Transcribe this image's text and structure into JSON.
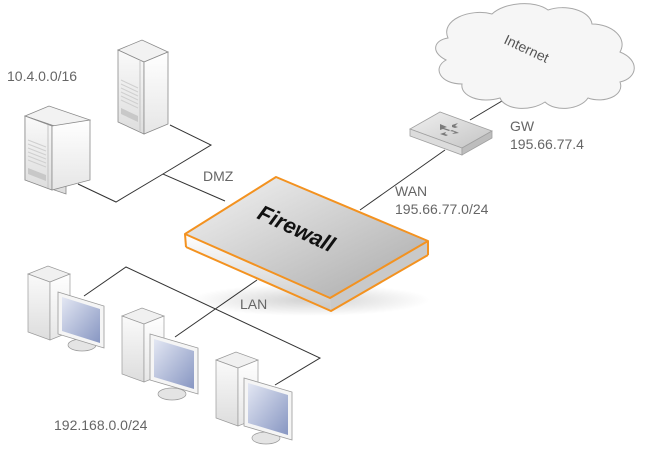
{
  "diagram": {
    "firewall": {
      "label": "Firewall",
      "accent_color": "#f39220"
    },
    "internet": {
      "label": "Internet"
    },
    "gateway": {
      "name": "GW",
      "ip": "195.66.77.4"
    },
    "wan": {
      "name": "WAN",
      "subnet": "195.66.77.0/24"
    },
    "dmz": {
      "name": "DMZ",
      "subnet": "10.4.0.0/16",
      "servers": 2
    },
    "lan": {
      "name": "LAN",
      "subnet": "192.168.0.0/24",
      "workstations": 3
    }
  }
}
